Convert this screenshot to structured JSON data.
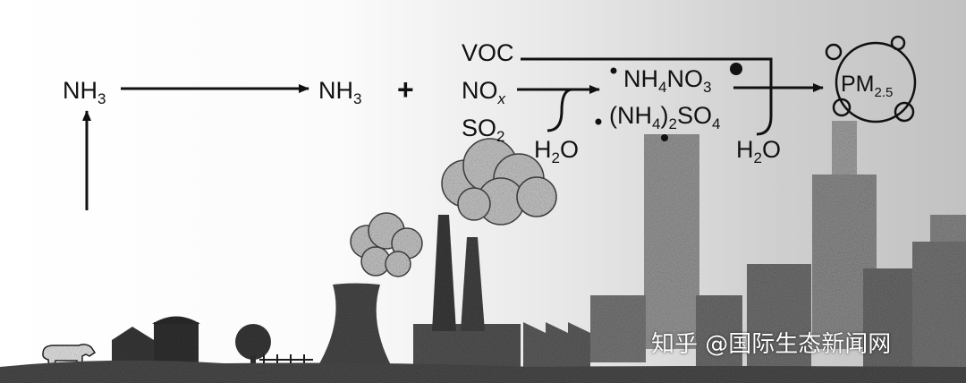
{
  "nodes": {
    "nh3_source": {
      "base": "NH",
      "sub": "3"
    },
    "nh3": {
      "base": "NH",
      "sub": "3"
    },
    "plus": "+",
    "voc": "VOC",
    "nox": {
      "base": "NO",
      "sub": "x"
    },
    "so2": {
      "base": "SO",
      "sub": "2"
    },
    "h2o_in": {
      "a": "H",
      "sub": "2",
      "b": "O"
    },
    "nh4no3": {
      "a": "NH",
      "sub1": "4",
      "b": "NO",
      "sub2": "3"
    },
    "nh42so4": {
      "a": "(NH",
      "sub1": "4",
      "b": ")",
      "sub2": "2",
      "c": "SO",
      "sub3": "4"
    },
    "h2o_out": {
      "a": "H",
      "sub": "2",
      "b": "O"
    },
    "pm25": {
      "base": "PM",
      "sub": "2.5"
    }
  },
  "watermark": "知乎 @国际生态新闻网",
  "colors": {
    "ink": "#111111",
    "smoke": "#c8c8c8",
    "building": "#6a6a6a"
  }
}
